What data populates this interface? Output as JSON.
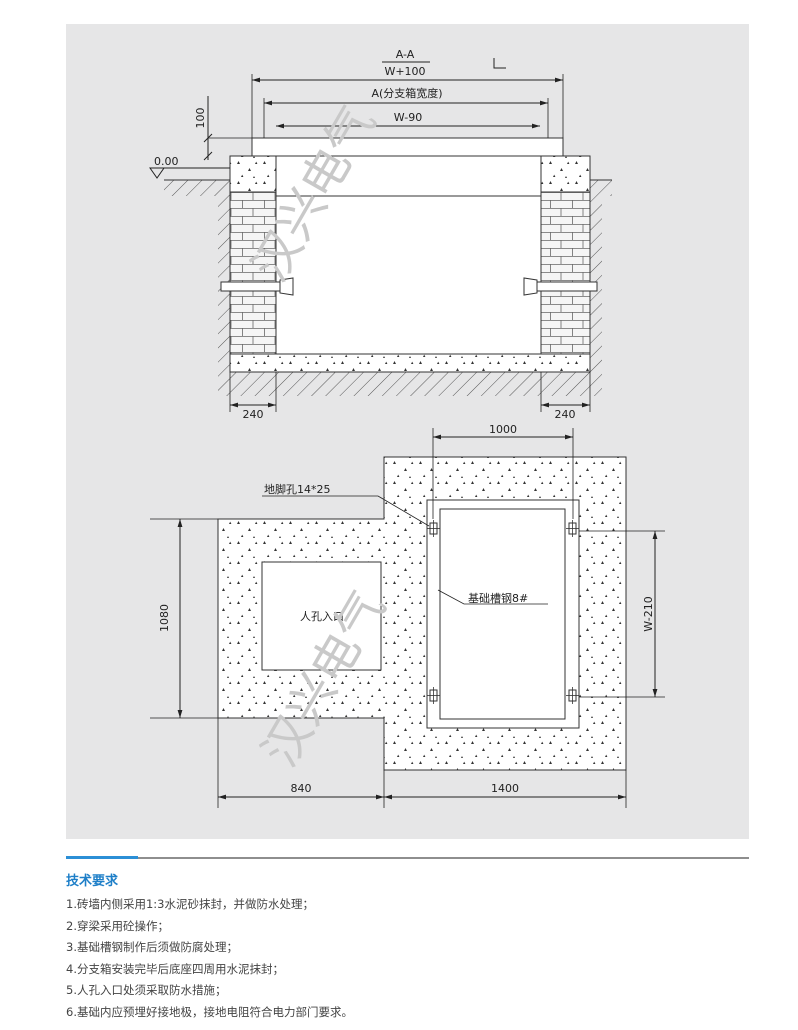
{
  "section_a": {
    "title": "A-A",
    "dim_total": "W+100",
    "dim_box_width": "A(分支箱宽度)",
    "dim_inner": "W-90",
    "dim_depth": "100",
    "elevation": "0.00",
    "wall_left": "240",
    "wall_right": "240"
  },
  "plan": {
    "dim_top": "1000",
    "anchor_hole": "地脚孔14*25",
    "channel_steel": "基础槽钢8#",
    "manhole": "人孔入口",
    "dim_left_height": "1080",
    "dim_right_height": "W-210",
    "dim_bottom_left": "840",
    "dim_bottom_right": "1400"
  },
  "watermark": "汉兴电气",
  "requirements": {
    "title": "技术要求",
    "items": [
      "1.砖墙内侧采用1:3水泥砂抹封，并做防水处理；",
      "2.穿梁采用砼操作；",
      "3.基础槽钢制作后须做防腐处理；",
      "4.分支箱安装完毕后底座四周用水泥抹封；",
      "5.人孔入口处须采取防水措施；",
      "6.基础内应预埋好接地极，接地电阻符合电力部门要求。"
    ]
  },
  "colors": {
    "panel": "#e6e6e7",
    "accent": "#2b8fd6",
    "title": "#1e7fc8"
  }
}
